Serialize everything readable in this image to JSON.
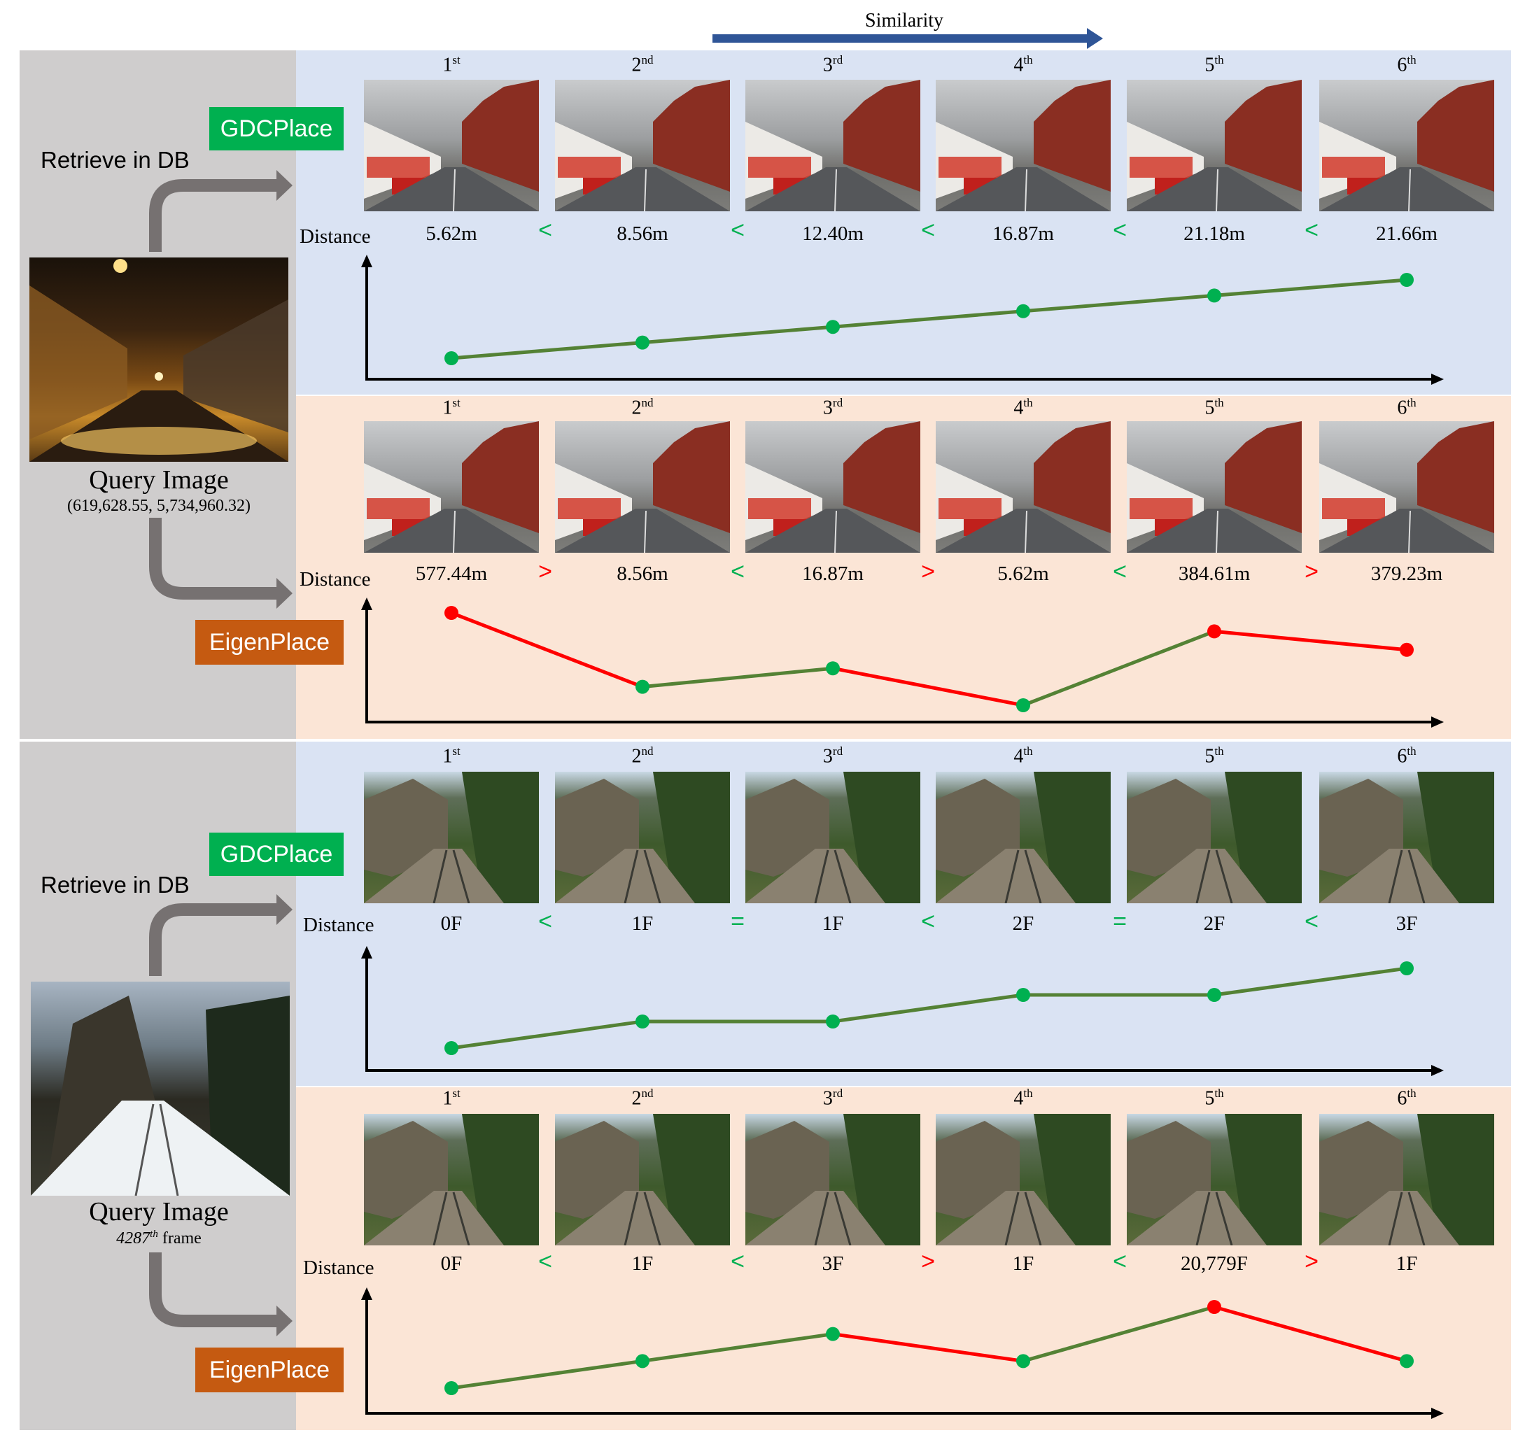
{
  "header": {
    "similarity_label": "Similarity",
    "arrow_color": "#2f5597"
  },
  "colors": {
    "good": "#548235",
    "good_point": "#00b050",
    "bad": "#ff0000",
    "green_sign": "#00b050",
    "red_sign": "#ff0000"
  },
  "labels": {
    "distance": "Distance",
    "retrieve": "Retrieve in DB",
    "query_image": "Query Image",
    "gdc": "GDCPlace",
    "eigen": "EigenPlace"
  },
  "ranks": [
    {
      "n": "1",
      "suf": "st"
    },
    {
      "n": "2",
      "suf": "nd"
    },
    {
      "n": "3",
      "suf": "rd"
    },
    {
      "n": "4",
      "suf": "th"
    },
    {
      "n": "5",
      "suf": "th"
    },
    {
      "n": "6",
      "suf": "th"
    }
  ],
  "example1": {
    "query_coords": "(619,628.55, 5,734,960.32)",
    "query_image": "night-street-icon",
    "gdc": {
      "distances": [
        "5.62m",
        "8.56m",
        "12.40m",
        "16.87m",
        "21.18m",
        "21.66m"
      ],
      "comparisons": [
        "<",
        "<",
        "<",
        "<",
        "<"
      ],
      "comparison_status": [
        "good",
        "good",
        "good",
        "good",
        "good"
      ],
      "point_status": [
        "good",
        "good",
        "good",
        "good",
        "good",
        "good"
      ],
      "segment_status": [
        "good",
        "good",
        "good",
        "good",
        "good"
      ],
      "values": [
        5.62,
        8.56,
        12.4,
        16.87,
        21.18,
        21.66
      ],
      "thumb_image": "street-day-icon"
    },
    "eigen": {
      "distances": [
        "577.44m",
        "8.56m",
        "16.87m",
        "5.62m",
        "384.61m",
        "379.23m"
      ],
      "comparisons": [
        ">",
        "<",
        ">",
        "<",
        ">"
      ],
      "comparison_status": [
        "bad",
        "good",
        "bad",
        "good",
        "bad"
      ],
      "point_status": [
        "bad",
        "good",
        "good",
        "good",
        "bad",
        "bad"
      ],
      "segment_status": [
        "bad",
        "good",
        "bad",
        "good",
        "bad"
      ],
      "values": [
        577.44,
        8.56,
        16.87,
        5.62,
        384.61,
        379.23
      ],
      "thumb_image": "street-day-icon"
    }
  },
  "example2": {
    "query_frame_num": "4287",
    "query_frame_sup": "th",
    "query_frame_word": "frame",
    "query_image": "snowy-railway-icon",
    "gdc": {
      "distances": [
        "0F",
        "1F",
        "1F",
        "2F",
        "2F",
        "3F"
      ],
      "comparisons": [
        "<",
        "=",
        "<",
        "=",
        "<"
      ],
      "comparison_status": [
        "good",
        "good",
        "good",
        "good",
        "good"
      ],
      "point_status": [
        "good",
        "good",
        "good",
        "good",
        "good",
        "good"
      ],
      "segment_status": [
        "good",
        "good",
        "good",
        "good",
        "good"
      ],
      "values": [
        0,
        1,
        1,
        2,
        2,
        3
      ],
      "thumb_image": "railway-summer-icon"
    },
    "eigen": {
      "distances": [
        "0F",
        "1F",
        "3F",
        "1F",
        "20,779F",
        "1F"
      ],
      "comparisons": [
        "<",
        "<",
        ">",
        "<",
        ">"
      ],
      "comparison_status": [
        "good",
        "good",
        "bad",
        "good",
        "bad"
      ],
      "point_status": [
        "good",
        "good",
        "good",
        "good",
        "bad",
        "good"
      ],
      "segment_status": [
        "good",
        "good",
        "bad",
        "good",
        "bad"
      ],
      "values": [
        0,
        1,
        3,
        1,
        20779,
        1
      ],
      "thumb_image": "railway-summer-icon"
    }
  }
}
